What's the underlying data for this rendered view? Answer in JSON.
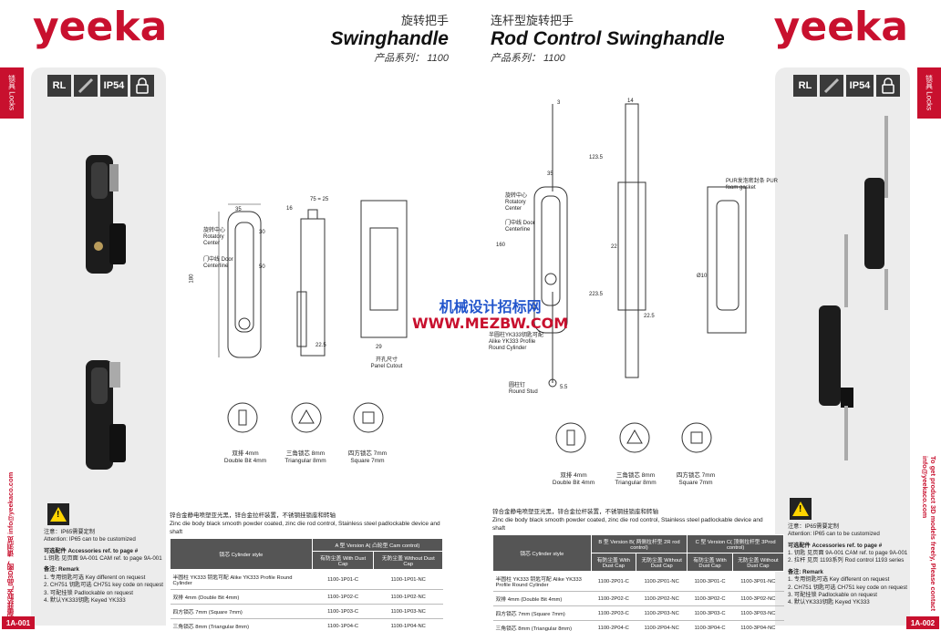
{
  "left": {
    "brand": "yeeka",
    "title_cn": "旋转把手",
    "title_en": "Swinghandle",
    "series": "产品系列：   1100",
    "side_tab": "锁具 Locks",
    "icons": [
      "RL",
      "",
      "IP54",
      ""
    ],
    "vertical_note": "如需获取产品3D图，请浏览 info@yeekaco.com",
    "warning": {
      "line1": "注意：IP65需要定制",
      "line2": "Attention: IP65 can to be customized"
    },
    "accessories": {
      "label": "可选配件  Accessories ref. to page #",
      "item1": "1.钥匙 见页面 9A-001  CAM  ref. to page 9A-001"
    },
    "remarks": {
      "label": "备注: Remark",
      "items": [
        "1. 专用钥匙可选  Key different on request",
        "2. CH751 钥匙可选  CH751 key code on request",
        "3. 可配挂锁  Padlockable on request",
        "4. 默认YK333钥匙  Keyed YK333"
      ]
    },
    "desc_cn": "锌合金静电喷塑亚光黑，锌合金拉杆装置，不锈钢挂锁座和转轴",
    "desc_en": "Zinc die body black smooth powder coated, zinc die rod control, Stainless steel padlockable device and shaft",
    "table": {
      "col1": "锁芯 Cylinder style",
      "group": "A 型 Version A( 凸轮型 Cam control)",
      "sub1": "有防尘盖 With Dust Cap",
      "sub2": "无防尘盖 Without Dust Cap",
      "rows": [
        [
          "半圆柱 YK333 钥匙可配 Alike YK333 Profile Round Cylinder",
          "1100-1P01-C",
          "1100-1P01-NC"
        ],
        [
          "双排 4mm  (Double Bit 4mm)",
          "1100-1P02-C",
          "1100-1P02-NC"
        ],
        [
          "四方锁芯 7mm  (Square 7mm)",
          "1100-1P03-C",
          "1100-1P03-NC"
        ],
        [
          "三角锁芯 8mm  (Triangular 8mm)",
          "1100-1P04-C",
          "1100-1P04-NC"
        ]
      ]
    },
    "drawing_labels": {
      "rotary": "旋转中心 Rotatory Center",
      "door": "门中线 Door Centerline",
      "cutout": "开孔尺寸 Panel Cutout",
      "d35": "35",
      "d30": "30",
      "d50": "50",
      "d16": "16",
      "d75": "75 = 25",
      "d22": "22.5",
      "d29": "29",
      "d180": "180",
      "b1": "双排 4mm Double Bit 4mm",
      "b2": "三角锁芯 8mm Triangular 8mm",
      "b3": "四方锁芯 7mm Square 7mm"
    },
    "footer": "1A-001"
  },
  "right": {
    "brand": "yeeka",
    "title_cn": "连杆型旋转把手",
    "title_en": "Rod Control Swinghandle",
    "series": "产品系列：   1100",
    "side_tab": "锁具 Locks",
    "icons": [
      "RL",
      "",
      "IP54",
      ""
    ],
    "vertical_note": "To get product 3D models freely, Please contact info@yeekaco.com",
    "warning": {
      "line1": "注意：IP65需要定制",
      "line2": "Attention: IP65 can to be customized"
    },
    "accessories": {
      "label": "可选配件  Accessories ref. to page #",
      "item1": "1. 钥匙 见页面 9A-001  CAM  ref. to page 9A-001",
      "item2": "2. 拉杆 见页 1193系列  Rod control 1193 series"
    },
    "remarks": {
      "label": "备注: Remark",
      "items": [
        "1. 专用钥匙可选  Key different on request",
        "2. CH751 钥匙可选  CH751 key code on request",
        "3. 可配挂锁  Padlockable on request",
        "4. 默认YK333钥匙  Keyed YK333"
      ]
    },
    "desc_cn": "锌合金静电喷塑亚光黑，锌合金拉杆装置，不锈钢挂锁座和转轴",
    "desc_en": "Zinc die body black smooth powder coated, zinc die rod control, Stainless steel padlockable device and shaft",
    "table": {
      "col1": "锁芯 Cylinder style",
      "groupB": "B 型 Version B( 两侧拉杆型 2R rod control)",
      "groupC": "C 型 Version C( 顶侧拉杆型 3Prod control)",
      "sub1": "有防尘盖 With Dust Cap",
      "sub2": "无防尘盖 Without Dust Cap",
      "rows": [
        [
          "半圆柱 YK333 钥匙可配 Alike YK333 Profile Round Cylinder",
          "1100-2P01-C",
          "1100-2P01-NC",
          "1100-3P01-C",
          "1100-3P01-NC"
        ],
        [
          "双排 4mm  (Double Bit 4mm)",
          "1100-2P02-C",
          "1100-2P02-NC",
          "1100-3P02-C",
          "1100-3P02-NC"
        ],
        [
          "四方锁芯 7mm  (Square 7mm)",
          "1100-2P03-C",
          "1100-2P03-NC",
          "1100-3P03-C",
          "1100-3P03-NC"
        ],
        [
          "三角锁芯 8mm  (Triangular 8mm)",
          "1100-2P04-C",
          "1100-2P04-NC",
          "1100-3P04-C",
          "1100-3P04-NC"
        ]
      ]
    },
    "drawing_labels": {
      "rotary": "旋转中心 Rotatory Center",
      "door": "门中线 Door Centerline",
      "alike": "半圆柱YK333钥匙可配 Alike YK333 Profile Round Cylinder",
      "stud": "圆柱钉 Round Stud",
      "gasket": "PUR发泡密封条 PUR foam gasket",
      "d3": "3",
      "d14": "14",
      "d35": "35",
      "d160": "160",
      "d22": "22",
      "d223": "223.5",
      "d123": "123.5",
      "d225": "22.5",
      "d55": "5.5",
      "d10": "Ø10",
      "b1": "双排 4mm Double Bit 4mm",
      "b2": "三角锁芯 8mm Triangular 8mm",
      "b3": "四方锁芯 7mm Square 7mm"
    },
    "footer": "1A-002"
  },
  "watermark": {
    "line1": "机械设计招标网",
    "line2": "WWW.MEZBW.COM"
  }
}
